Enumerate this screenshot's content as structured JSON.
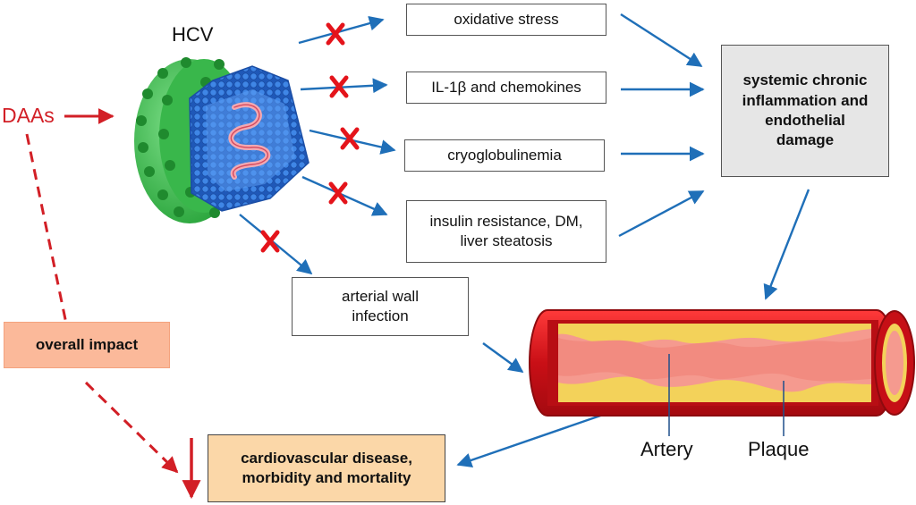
{
  "colors": {
    "arrow_blue": "#1f6fb8",
    "cross_red": "#e4141b",
    "daa_red": "#d21f26",
    "virus_green": "#3dbf4e",
    "capsid_blue": "#2a6fd1",
    "artery_red": "#d8161e",
    "artery_inner": "#f08a80",
    "plaque_yellow": "#f3d25a",
    "impact_fill": "#fbb99a",
    "cvd_fill": "#fbd7a8",
    "systemic_fill": "#e6e6e6"
  },
  "icons": {
    "virus": "hcv-virus-illustration",
    "artery": "artery-cross-section-illustration",
    "blocked": "red-x-cross-icon"
  },
  "labels": {
    "hcv": "HCV",
    "daas": "DAAs",
    "artery": "Artery",
    "plaque": "Plaque"
  },
  "boxes": {
    "oxidative_stress": "oxidative stress",
    "il1b": "IL-1β and chemokines",
    "cryo": "cryoglobulinemia",
    "insulin": "insulin resistance, DM,\nliver steatosis",
    "arterial_wall": "arterial wall\ninfection",
    "systemic": "systemic chronic\ninflammation and\nendothelial\ndamage",
    "overall_impact": "overall impact",
    "cvd": "cardiovascular disease,\nmorbidity and mortality"
  }
}
